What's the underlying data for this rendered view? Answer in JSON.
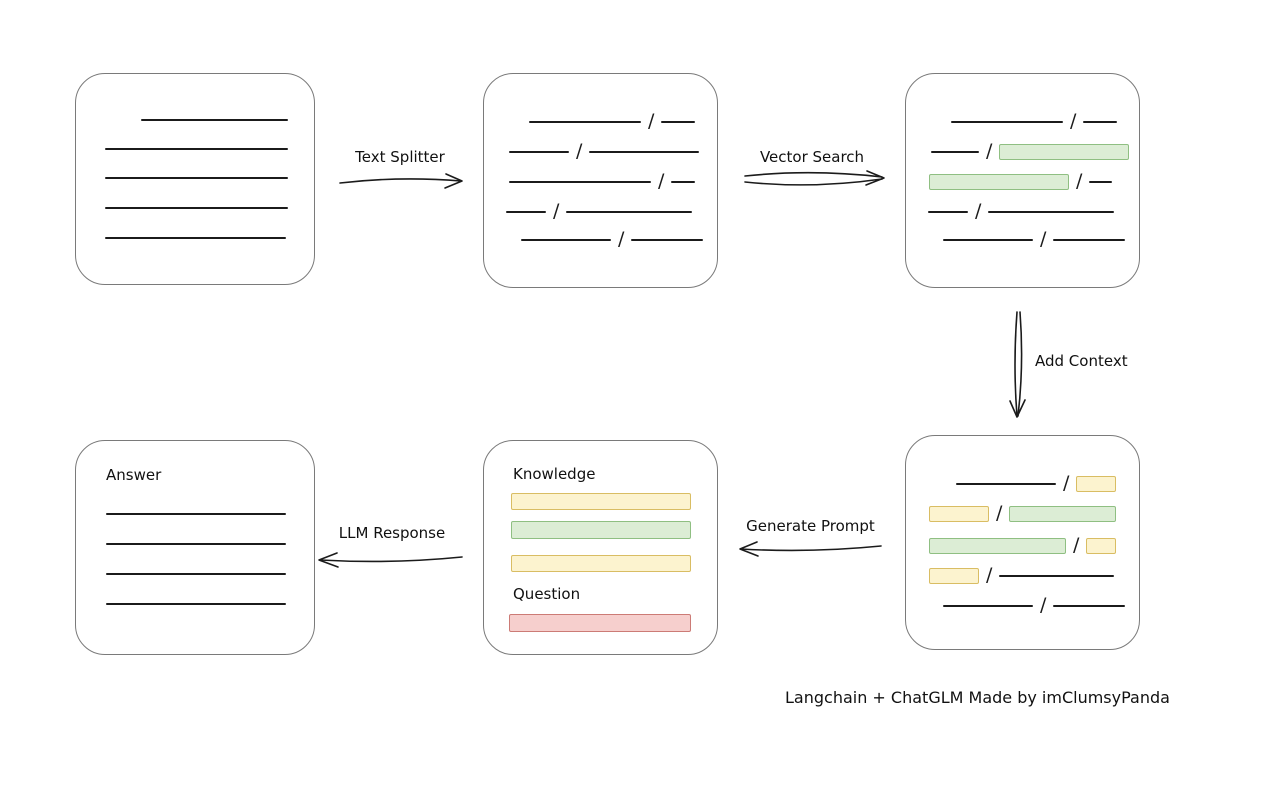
{
  "slash": "/",
  "labels": {
    "text_splitter": "Text Splitter",
    "vector_search": "Vector Search",
    "add_context": "Add Context",
    "generate_prompt": "Generate Prompt",
    "llm_response": "LLM Response"
  },
  "prompt_box": {
    "knowledge": "Knowledge",
    "question": "Question"
  },
  "answer_box": {
    "title": "Answer"
  },
  "caption": "Langchain + ChatGLM Made by imClumsyPanda",
  "colors": {
    "ink": "#1b1b1b",
    "box_border": "#7a7a7a",
    "green_fill": "#dcedd5",
    "green_stroke": "#8fbf82",
    "yellow_fill": "#fcf3cf",
    "yellow_stroke": "#d9bd63",
    "red_fill": "#f6cfcd",
    "red_stroke": "#cc7b76"
  }
}
